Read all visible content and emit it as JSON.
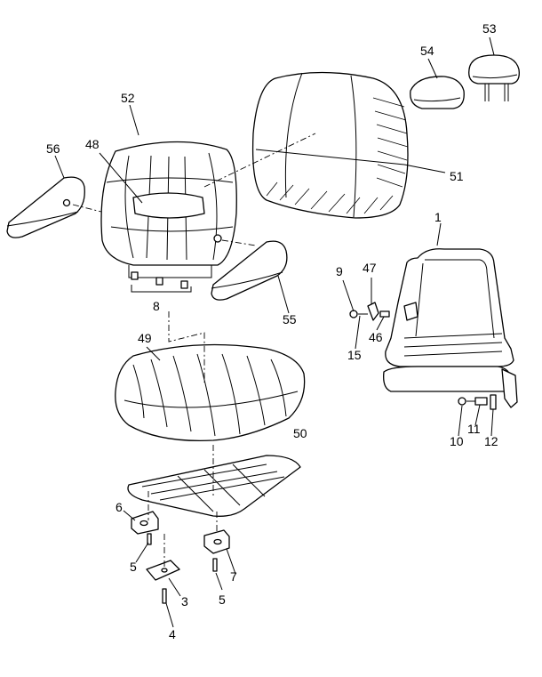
{
  "labels": {
    "l1": "1",
    "l3": "3",
    "l4": "4",
    "l5a": "5",
    "l5b": "5",
    "l6": "6",
    "l7": "7",
    "l8": "8",
    "l9": "9",
    "l10": "10",
    "l11": "11",
    "l12": "12",
    "l15": "15",
    "l46": "46",
    "l47": "47",
    "l48": "48",
    "l49": "49",
    "l50": "50",
    "l51": "51",
    "l52": "52",
    "l53": "53",
    "l54": "54",
    "l55": "55",
    "l56": "56"
  }
}
